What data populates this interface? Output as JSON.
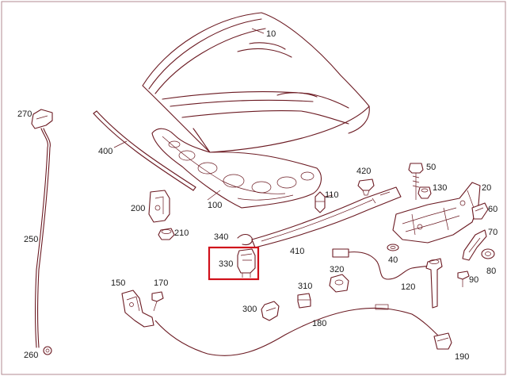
{
  "diagram": {
    "highlight_color": "#d0101a",
    "line_color": "#6b1a22",
    "highlighted_part": "330",
    "callouts": {
      "p10": "10",
      "p270": "270",
      "p400": "400",
      "p200": "200",
      "p210": "210",
      "p100": "100",
      "p110": "110",
      "p420": "420",
      "p50": "50",
      "p130": "130",
      "p20": "20",
      "p250": "250",
      "p340": "340",
      "p330": "330",
      "p410": "410",
      "p60": "60",
      "p70": "70",
      "p40": "40",
      "p80": "80",
      "p320": "320",
      "p120": "120",
      "p90": "90",
      "p150": "150",
      "p170": "170",
      "p310": "310",
      "p300": "300",
      "p180": "180",
      "p260": "260",
      "p190": "190"
    }
  }
}
